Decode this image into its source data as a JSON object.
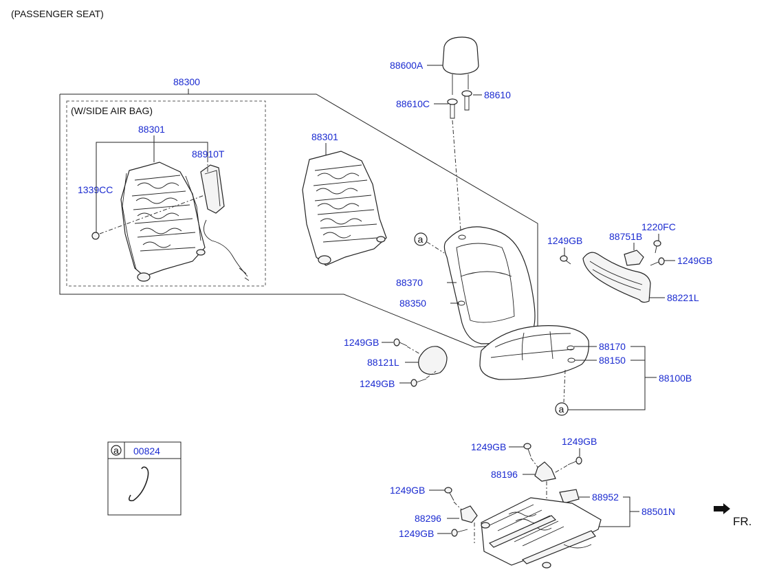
{
  "header": {
    "title": "(PASSENGER SEAT)"
  },
  "option_box": {
    "label": "(W/SIDE AIR BAG)"
  },
  "callout_marker": "a",
  "legend": {
    "marker": "a",
    "part_number": "00824"
  },
  "direction": {
    "label": "FR."
  },
  "part_labels": {
    "p88300": "88300",
    "p88301_left": "88301",
    "p88301_right": "88301",
    "p88910T": "88910T",
    "p1339CC": "1339CC",
    "p88600A": "88600A",
    "p88610C": "88610C",
    "p88610": "88610",
    "p88370": "88370",
    "p88350": "88350",
    "p1249GB_cushion_top": "1249GB",
    "p88121L": "88121L",
    "p1249GB_cushion_bottom": "1249GB",
    "p88170": "88170",
    "p88150": "88150",
    "p88100B": "88100B",
    "p1249GB_shield_left": "1249GB",
    "p88751B": "88751B",
    "p1220FC": "1220FC",
    "p1249GB_shield_right": "1249GB",
    "p88221L": "88221L",
    "p1249GB_track_top_left": "1249GB",
    "p1249GB_track_top_right": "1249GB",
    "p88196": "88196",
    "p1249GB_track_left": "1249GB",
    "p88952": "88952",
    "p88501N": "88501N",
    "p88296": "88296",
    "p1249GB_track_bottom": "1249GB"
  }
}
